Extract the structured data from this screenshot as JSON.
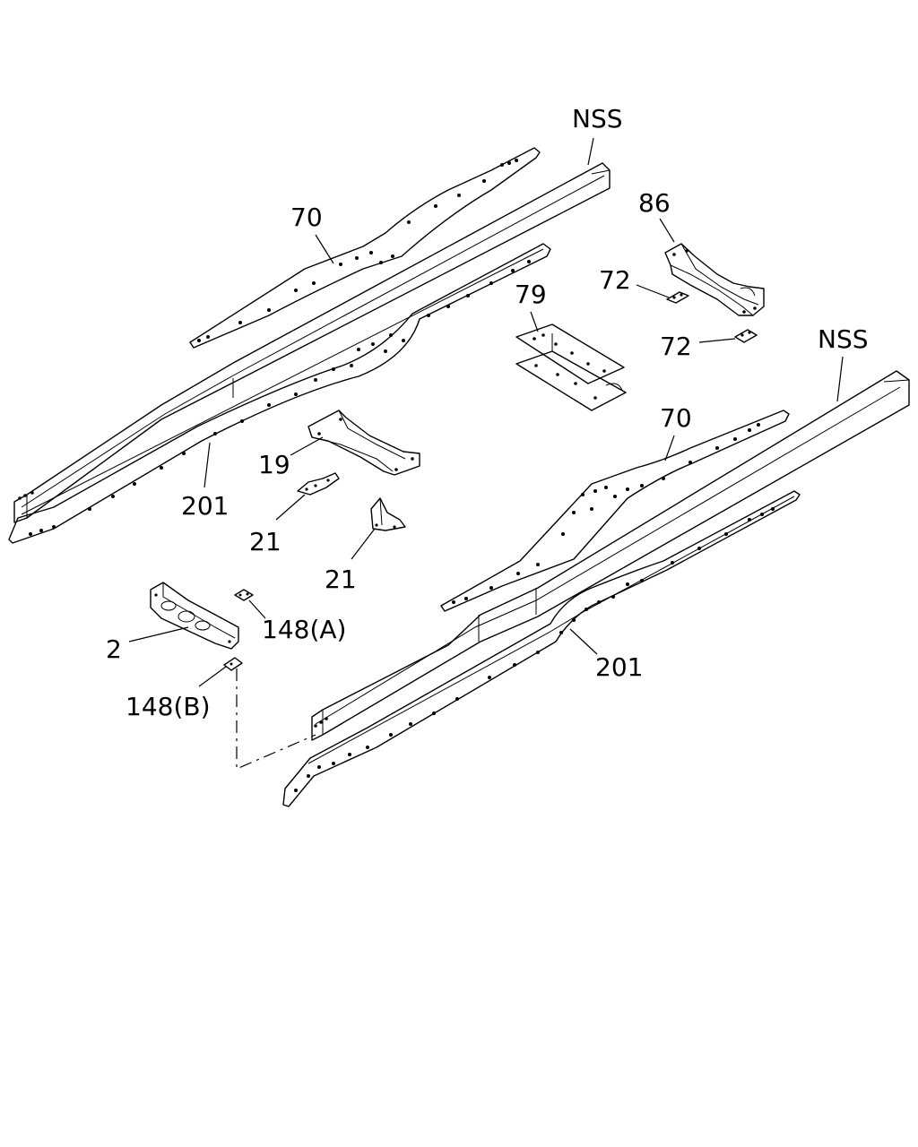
{
  "labels": {
    "nss_upper": "NSS",
    "nss_lower": "NSS",
    "p70_upper": "70",
    "p70_lower": "70",
    "p86": "86",
    "p72_a": "72",
    "p72_b": "72",
    "p79": "79",
    "p19": "19",
    "p201_upper": "201",
    "p201_lower": "201",
    "p21_a": "21",
    "p21_b": "21",
    "p2": "2",
    "p148a": "148(A)",
    "p148b": "148(B)"
  }
}
